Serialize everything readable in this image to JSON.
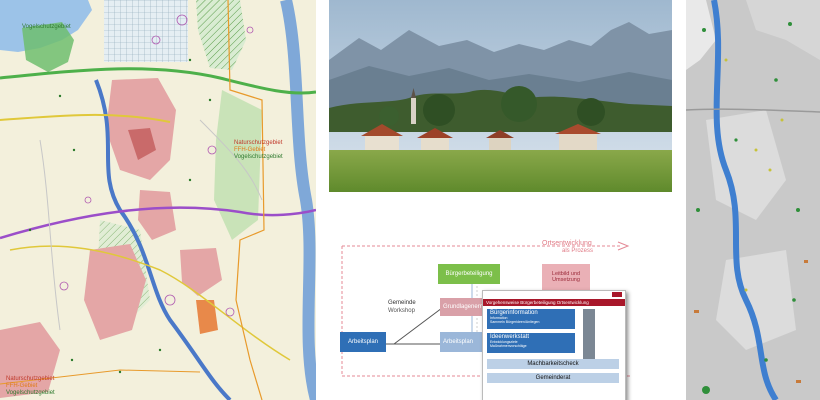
{
  "map_left": {
    "label_top": [
      "Vogelschutzgebiet"
    ],
    "label_mid": [
      "Naturschutzgebiet",
      "FFH-Gebiet",
      "Vogelschutzgebiet"
    ],
    "label_bottom": [
      "Naturschutzgebiet",
      "FFH-Gebiet",
      "Vogelschutzgebiet"
    ]
  },
  "diagram": {
    "process_title": "Ortsentwicklung",
    "process_subtitle": "als Prozess",
    "buergerbeteiligung": "Bürgerbeteiligung",
    "leitbild": "Leitbild und Umsetzung",
    "gemeinde": "Gemeinde",
    "workshop": "Workshop",
    "arbeitsplan": "Arbeitsplan",
    "grundlagen": "Grundlagenermittlung",
    "arbeitsplan2": "Arbeitsplan",
    "slide": {
      "header": "Vorgehensweise Bürgerbeteiligung Ortsentwicklung",
      "row1_title": "Bürgerinformation",
      "row1_items": [
        "Information",
        "Sammeln Bürgerideen/Anliegen"
      ],
      "row2_title": "Ideenwerkstatt",
      "row2_items": [
        "Entwicklungsziele",
        "Maßnahmenvorschläge"
      ],
      "row3_title": "Machbarkeitscheck",
      "row4_title": "Gemeinderat"
    }
  }
}
